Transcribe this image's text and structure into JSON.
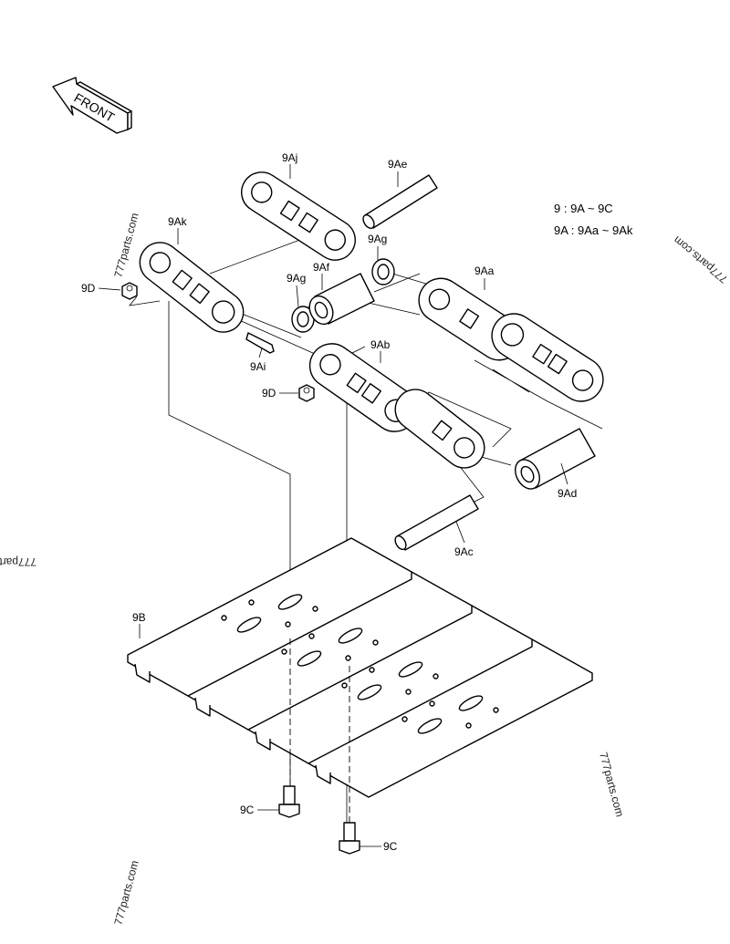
{
  "legend": {
    "line1": "9 : 9A ~ 9C",
    "line2": "9A : 9Aa ~ 9Ak"
  },
  "front_arrow": {
    "label": "FRONT"
  },
  "callouts": {
    "9Aj": "9Aj",
    "9Ae": "9Ae",
    "9Ak": "9Ak",
    "9Ag_upper": "9Ag",
    "9Af": "9Af",
    "9Ag_lower": "9Ag",
    "9Aa": "9Aa",
    "9D_upper": "9D",
    "9Ai": "9Ai",
    "9Ab": "9Ab",
    "9D_lower": "9D",
    "9Ad": "9Ad",
    "9Ac": "9Ac",
    "9B": "9B",
    "9C_left": "9C",
    "9C_right": "9C"
  },
  "watermarks": [
    "777parts.com",
    "777parts.com",
    "777part",
    "777parts.com",
    "777parts.com"
  ]
}
